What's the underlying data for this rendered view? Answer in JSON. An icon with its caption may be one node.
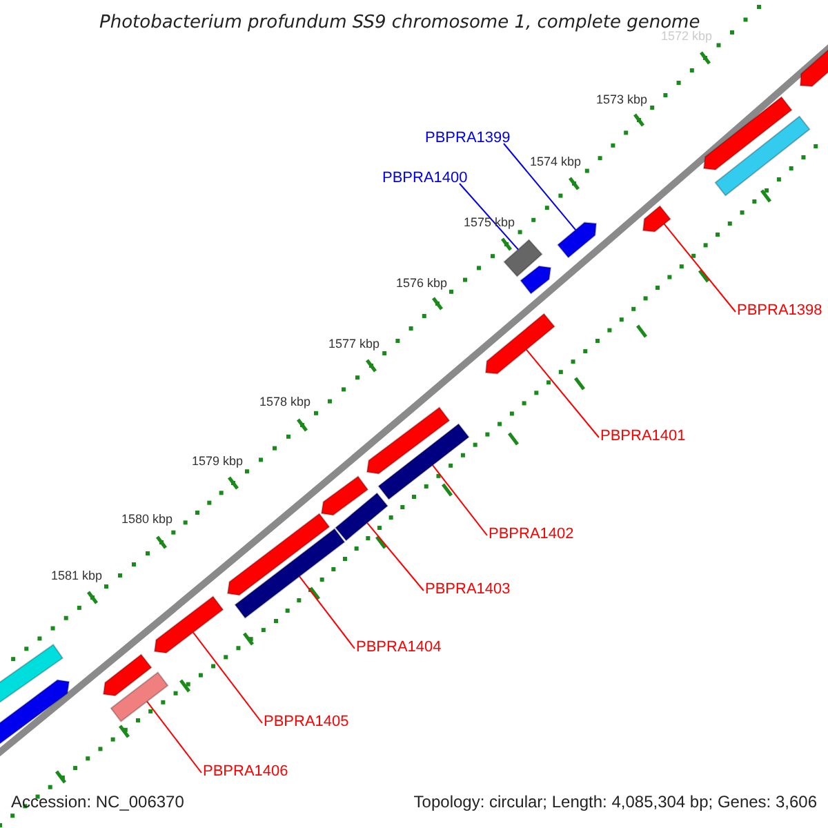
{
  "diagram": {
    "title": "Photobacterium profundum SS9 chromosome 1, complete genome",
    "nodes": [
      {
        "text": [
          "PBPRA1399"
        ]
      },
      {
        "text": [
          "PBPRA1400"
        ]
      },
      {
        "text": [
          "PBPRA1398"
        ]
      },
      {
        "text": [
          "PBPRA1401"
        ]
      },
      {
        "text": [
          "PBPRA1402"
        ]
      },
      {
        "text": [
          "PBPRA1403"
        ]
      },
      {
        "text": [
          "PBPRA1404"
        ]
      },
      {
        "text": [
          "PBPRA1405"
        ]
      },
      {
        "text": [
          "PBPRA1406"
        ]
      },
      {
        "text": [],
        "shape": "bar"
      },
      {
        "text": [],
        "shape": "bar"
      },
      {
        "text": [],
        "shape": "bar"
      },
      {
        "text": [],
        "shape": "bar"
      },
      {
        "text": [],
        "shape": "bar"
      },
      {
        "text": [],
        "shape": "bar"
      },
      {
        "text": [],
        "shape": "bar"
      },
      {
        "text": [],
        "shape": "bar"
      },
      {
        "text": [],
        "shape": "bar"
      },
      {
        "text": [],
        "shape": "bar"
      },
      {
        "text": [],
        "shape": "bar"
      },
      {
        "text": [],
        "shape": "bar"
      },
      {
        "text": [],
        "shape": "bar"
      },
      {
        "text": [],
        "shape": "bar"
      },
      {
        "text": [],
        "shape": "bar"
      },
      {
        "text": [],
        "shape": "bar"
      },
      {
        "text": [],
        "shape": "bar"
      },
      {
        "text": [],
        "shape": "bar"
      },
      {
        "text": [],
        "shape": "bar"
      }
    ],
    "edges": [
      {
        "from": 0,
        "to": 9,
        "arrow": "none",
        "color": "#0000ee"
      },
      {
        "from": 1,
        "to": 10,
        "arrow": "none",
        "color": "#0000ee"
      },
      {
        "from": 2,
        "to": 11,
        "arrow": "none"
      },
      {
        "from": 3,
        "to": 12,
        "arrow": "none"
      },
      {
        "from": 4,
        "to": 13,
        "arrow": "none"
      },
      {
        "from": 5,
        "to": 14,
        "arrow": "none"
      },
      {
        "from": 6,
        "to": 15,
        "arrow": "none"
      },
      {
        "from": 7,
        "to": 16,
        "arrow": "none"
      },
      {
        "from": 8,
        "to": 17,
        "arrow": "none"
      }
    ],
    "labels": [
      "1572 kbp",
      "1573 kbp",
      "1574 kbp",
      "1575 kbp",
      "1576 kbp",
      "1577 kbp",
      "1578 kbp",
      "1579 kbp",
      "1580 kbp",
      "1581 kbp",
      "Accession: NC_006370",
      "Topology: circular; Length: 4,085,304 bp; Genes: 3,606"
    ]
  }
}
